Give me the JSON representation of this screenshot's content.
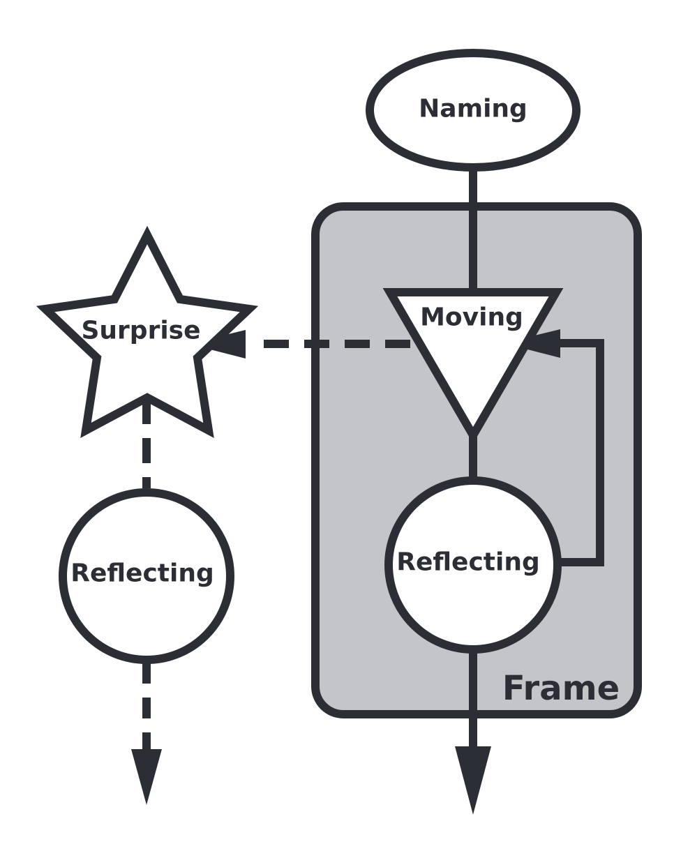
{
  "diagram": {
    "colors": {
      "stroke": "#2c2e35",
      "frame_fill": "#c4c5c8",
      "node_fill": "#ffffff"
    },
    "nodes": {
      "naming": {
        "label": "Naming",
        "shape": "ellipse"
      },
      "moving": {
        "label": "Moving",
        "shape": "triangle"
      },
      "reflecting_inner": {
        "label": "Reflecting",
        "shape": "circle"
      },
      "surprise": {
        "label": "Surprise",
        "shape": "star"
      },
      "reflecting_outer": {
        "label": "Reflecting",
        "shape": "circle"
      }
    },
    "frame": {
      "label": "Frame"
    },
    "edges": [
      {
        "from": "naming",
        "to": "moving",
        "style": "solid"
      },
      {
        "from": "moving",
        "to": "reflecting_inner",
        "style": "solid"
      },
      {
        "from": "reflecting_inner",
        "to": "moving",
        "style": "solid",
        "arrow": true
      },
      {
        "from": "moving",
        "to": "surprise",
        "style": "dashed",
        "arrow": true
      },
      {
        "from": "surprise",
        "to": "reflecting_outer",
        "style": "dashed"
      },
      {
        "from": "reflecting_outer",
        "to": "exit",
        "style": "dashed",
        "arrow": true
      },
      {
        "from": "reflecting_inner",
        "to": "exit",
        "style": "solid",
        "arrow": true
      }
    ]
  }
}
